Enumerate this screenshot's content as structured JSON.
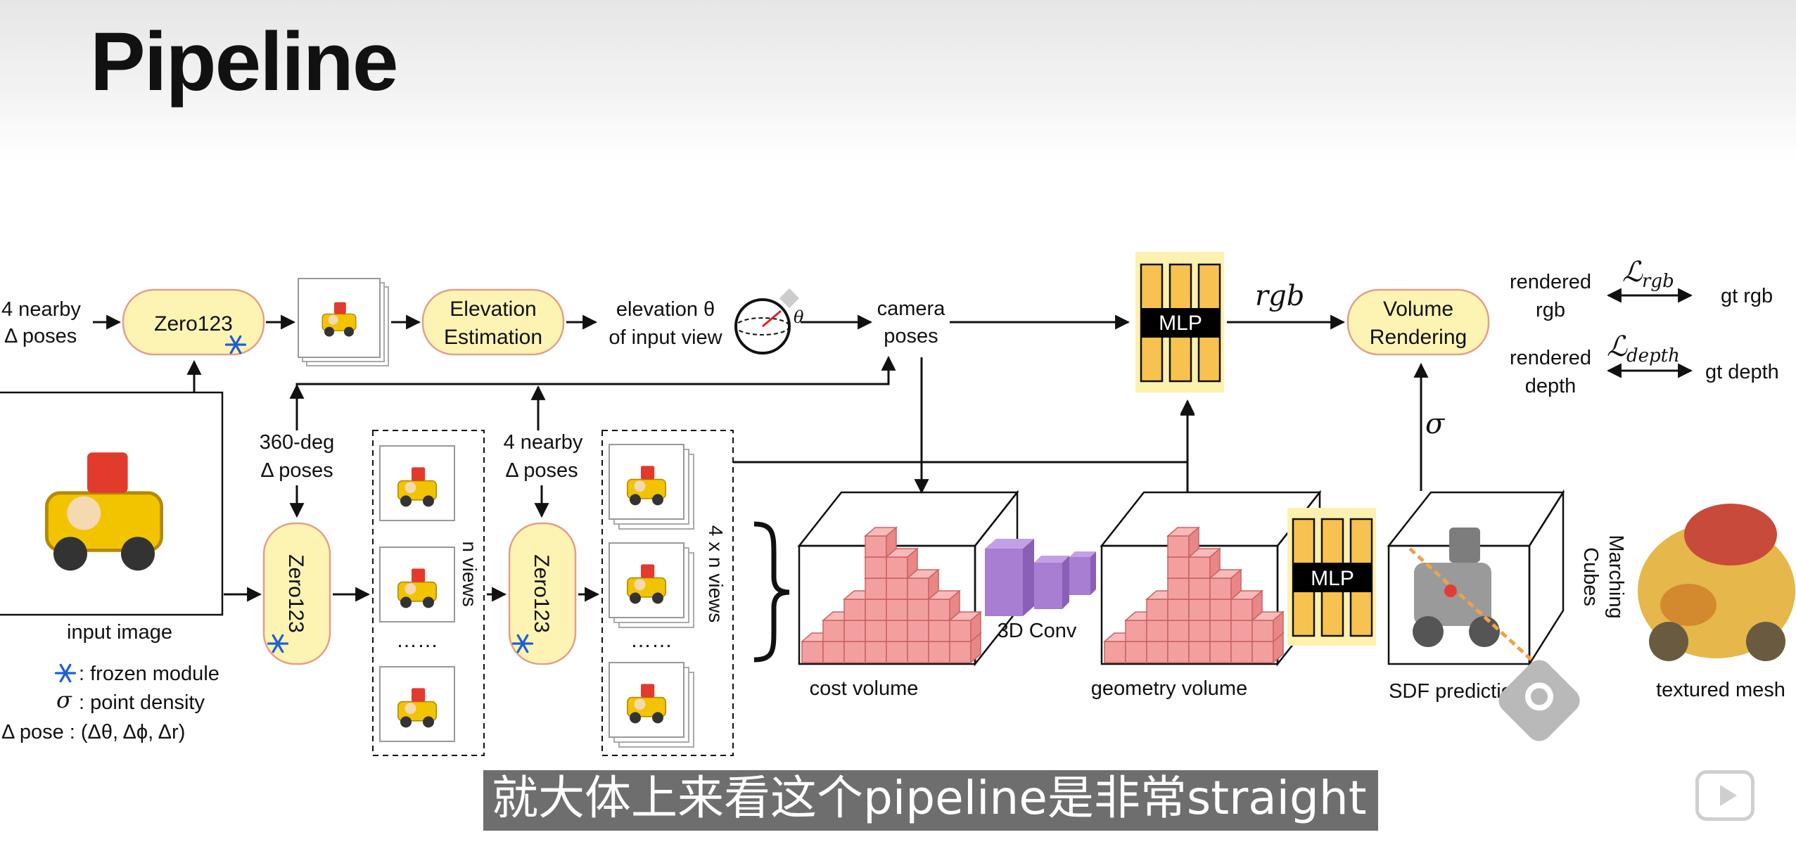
{
  "slide": {
    "title": "Pipeline",
    "subtitle": "就大体上来看这个pipeline是非常straight"
  },
  "nodes": {
    "nearby_poses_top": [
      "4 nearby",
      "Δ poses"
    ],
    "zero123_top": "Zero123",
    "elevation_estimation": [
      "Elevation",
      "Estimation"
    ],
    "elevation_of_input": [
      "elevation θ",
      "of input view"
    ],
    "theta_symbol": "θ",
    "camera_poses": [
      "camera",
      "poses"
    ],
    "mlp_top": "MLP",
    "rgb_label": "rgb",
    "volume_rendering": [
      "Volume",
      "Rendering"
    ],
    "sigma_label": "σ",
    "rendered_rgb": [
      "rendered",
      "rgb"
    ],
    "loss_rgb": "ℒ",
    "loss_rgb_sub": "rgb",
    "gt_rgb": "gt rgb",
    "rendered_depth": [
      "rendered",
      "depth"
    ],
    "loss_depth": "ℒ",
    "loss_depth_sub": "depth",
    "gt_depth": "gt depth",
    "input_image": "input image",
    "deg360_poses": [
      "360-deg",
      "Δ poses"
    ],
    "zero123_mid": "Zero123",
    "n_views": "n views",
    "dots": "……",
    "nearby_poses_mid": [
      "4 nearby",
      "Δ poses"
    ],
    "zero123_mid2": "Zero123",
    "four_n_views": "4 x n views",
    "cost_volume": "cost volume",
    "conv3d": "3D Conv",
    "geometry_volume": "geometry volume",
    "mlp_bottom": "MLP",
    "sdf_prediction": "SDF prediction",
    "marching_cubes": [
      "Marching",
      "Cubes"
    ],
    "textured_mesh": "textured mesh"
  },
  "legend": {
    "frozen": ": frozen module",
    "sigma_symbol": "σ",
    "density": ": point density",
    "pose_def": "Δ pose : (Δθ, Δϕ, Δr)"
  },
  "colors": {
    "module_fill": "#fdf4b4",
    "module_stroke": "#e2a089",
    "mlp_bg": "#fdf1b0",
    "mlp_bar": "#f7c24f",
    "voxel": "#f49f9f",
    "voxel_edge": "#c96464",
    "conv": "#a77ed1",
    "snowflake": "#1f5fd6",
    "toy_yellow": "#f2c400"
  }
}
